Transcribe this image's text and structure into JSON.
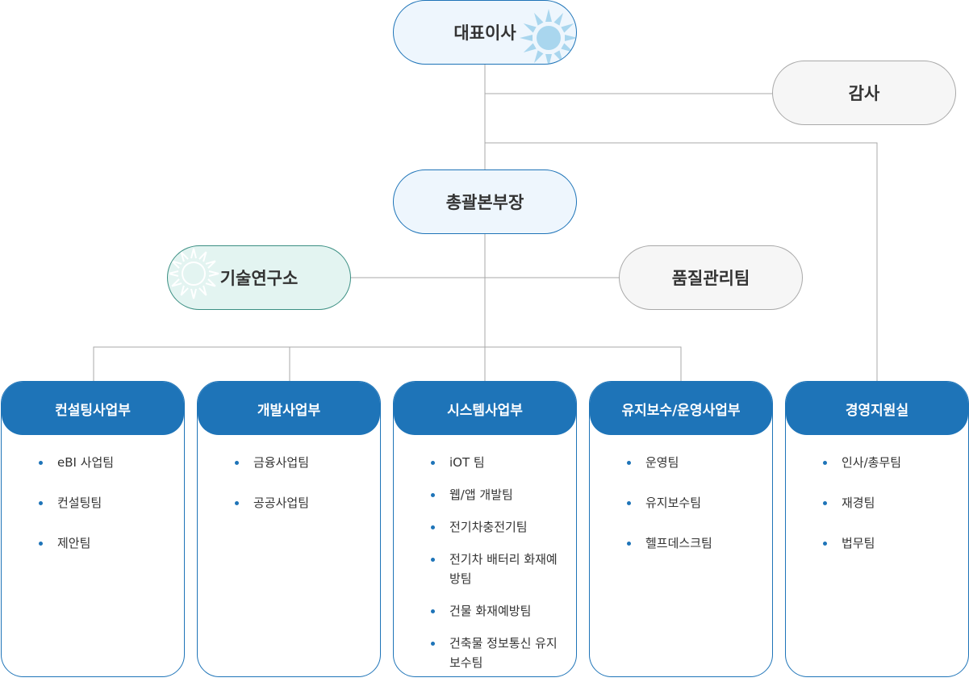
{
  "ceo": {
    "label": "대표이사"
  },
  "audit": {
    "label": "감사"
  },
  "gm": {
    "label": "총괄본부장"
  },
  "lab": {
    "label": "기술연구소"
  },
  "qa": {
    "label": "품질관리팀"
  },
  "divisions": [
    {
      "title": "컨설팅사업부",
      "items": [
        "eBI 사업팀",
        "컨설팅팀",
        "제안팀"
      ]
    },
    {
      "title": "개발사업부",
      "items": [
        "금융사업팀",
        "공공사업팀"
      ]
    },
    {
      "title": "시스템사업부",
      "items": [
        "iOT 팀",
        "웹/앱 개발팀",
        "전기차충전기팀",
        "전기차 배터리 화재예방팀",
        "건물 화재예방팀",
        "건축물 정보통신 유지보수팀"
      ]
    },
    {
      "title": "유지보수/운영사업부",
      "items": [
        "운영팀",
        "유지보수팀",
        "헬프데스크팀"
      ]
    },
    {
      "title": "경영지원실",
      "items": [
        "인사/총무팀",
        "재경팀",
        "법무팀"
      ]
    }
  ],
  "colors": {
    "primary": "#1e74b8",
    "connector": "#a9a9a9",
    "lab_fill": "#e3f4f1"
  }
}
